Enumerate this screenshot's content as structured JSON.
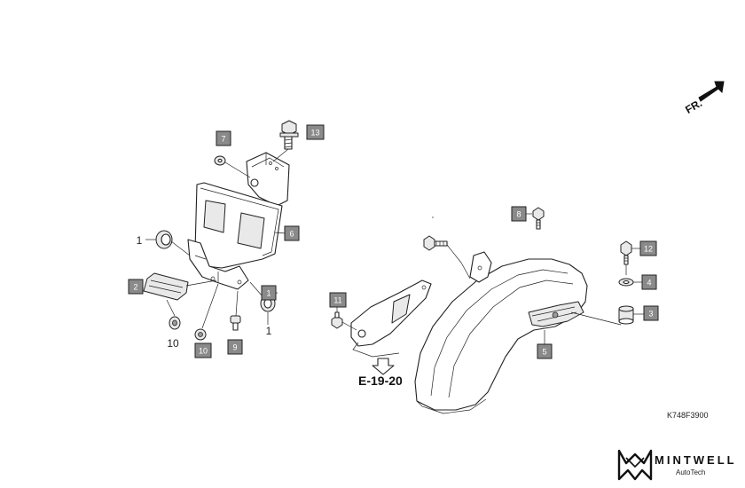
{
  "diagram": {
    "part_labels": {
      "p1a": "1",
      "p1b": "1",
      "p1c": "1",
      "p2": "2",
      "p3": "3",
      "p4": "4",
      "p5": "5",
      "p6": "6",
      "p7": "7",
      "p8": "8",
      "p9": "9",
      "p10": "10",
      "p11": "11",
      "p12": "12",
      "p13": "13",
      "p10b": "10"
    },
    "direction_label": "FR.",
    "reference": "E-19-20",
    "diagram_code": "K748F3900"
  },
  "brand": {
    "name": "MINTWELL",
    "sub": "AutoTech"
  }
}
